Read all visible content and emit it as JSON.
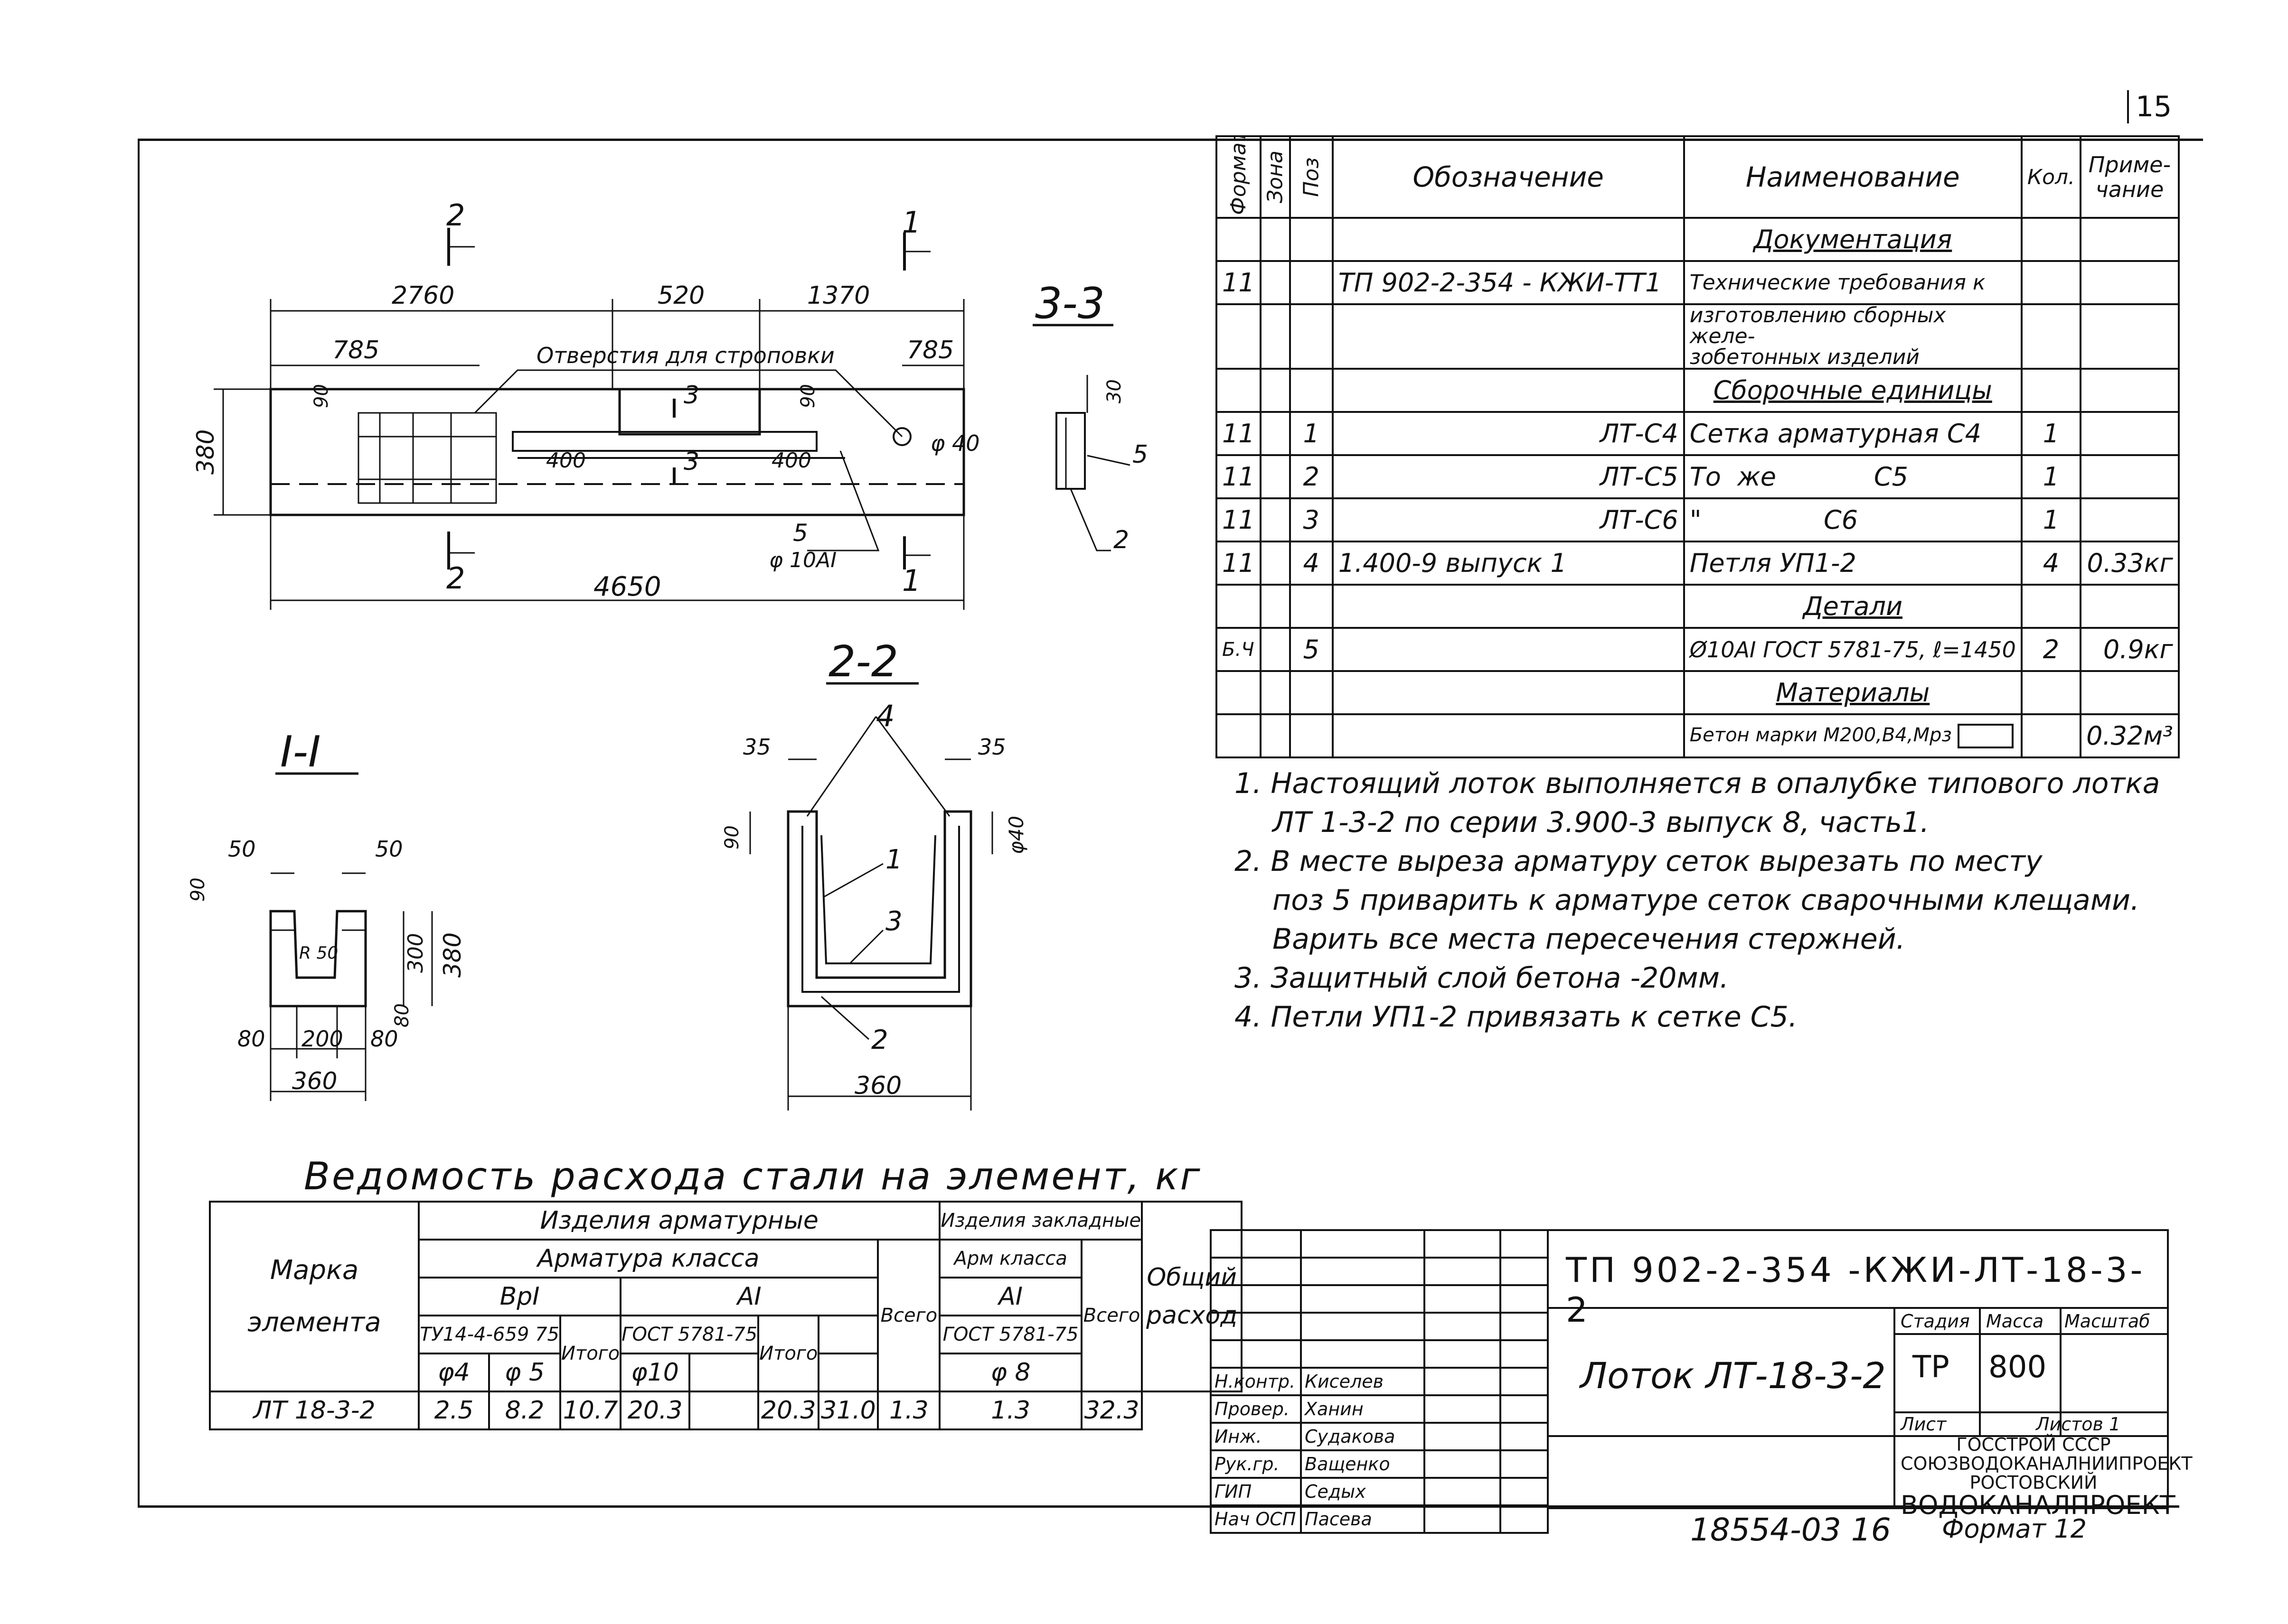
{
  "sheet_number": "15",
  "plan": {
    "section_marks": [
      "2",
      "2",
      "1",
      "1"
    ],
    "dims": {
      "top_left": "2760",
      "top_mid": "520",
      "top_right": "1370",
      "left_785": "785",
      "right_785": "785",
      "left_90": "90",
      "right_90": "90",
      "height_380": "380",
      "slot_400_left": "400",
      "slot_400_right": "400",
      "hole_d": "φ 40",
      "total": "4650",
      "rebar_pos": "5",
      "rebar_spec": "φ 10АI"
    },
    "note_holes": "Отверстия для строповки",
    "section_3": [
      "3",
      "3"
    ]
  },
  "sec33": {
    "title": "3-3",
    "dim30": "30",
    "pos5": "5",
    "pos2": "2"
  },
  "sec11": {
    "title": "I-I",
    "d50a": "50",
    "d50b": "50",
    "d90": "90",
    "d300": "300",
    "d380": "380",
    "d80v": "80",
    "r50": "R 50",
    "d80a": "80",
    "d200": "200",
    "d80b": "80",
    "d360": "360"
  },
  "sec22": {
    "title": "2-2",
    "pos4": "4",
    "d35a": "35",
    "d35b": "35",
    "d90": "90",
    "d40": "φ40",
    "pos1": "1",
    "pos3": "3",
    "pos2": "2",
    "d360": "360"
  },
  "spec": {
    "headers": {
      "format": "Формат",
      "zone": "Зона",
      "pos": "Поз",
      "designation": "Обозначение",
      "name": "Наименование",
      "qty": "Кол.",
      "note1": "Приме-",
      "note2": "чание"
    },
    "sec_docs": "Документация",
    "doc_row": {
      "fmt": "11",
      "designation": "ТП 902-2-354 - КЖИ-ТТ1",
      "name1": "Технические требования к",
      "name2": "изготовлению сборных желе-",
      "name3": "зобетонных изделий"
    },
    "sec_assembly": "Сборочные единицы",
    "rows": [
      {
        "fmt": "11",
        "pos": "1",
        "designation": "ЛТ-С4",
        "name": "Сетка арматурная С4",
        "qty": "1",
        "note": ""
      },
      {
        "fmt": "11",
        "pos": "2",
        "designation": "ЛТ-С5",
        "name": "То  же            С5",
        "qty": "1",
        "note": ""
      },
      {
        "fmt": "11",
        "pos": "3",
        "designation": "ЛТ-С6",
        "name": "\"               С6",
        "qty": "1",
        "note": ""
      },
      {
        "fmt": "11",
        "pos": "4",
        "designation": "1.400-9  выпуск 1",
        "name": "Петля    УП1-2",
        "qty": "4",
        "note": "0.33кг"
      }
    ],
    "sec_details": "Детали",
    "detail_row": {
      "fmt": "Б.Ч",
      "pos": "5",
      "name": "Ø10АI ГОСТ 5781-75,  ℓ=1450",
      "qty": "2",
      "note": "0.9кг"
    },
    "sec_materials": "Материалы",
    "material_row": {
      "name": "Бетон марки М200,В4,Мрз",
      "note": "0.32м³"
    }
  },
  "notes": [
    "1. Настоящий лоток выполняется в опалубке типового лотка",
    "ЛТ 1-3-2 по серии 3.900-3 выпуск 8, часть1.",
    "2. В месте выреза арматуру сеток вырезать по месту",
    "поз 5 приварить к арматуре сеток сварочными клещами.",
    "Варить все места пересечения стержней.",
    "3. Защитный слой бетона -20мм.",
    "4. Петли УП1-2 привязать к сетке  С5."
  ],
  "steel": {
    "title": "Ведомость   расхода  стали на элемент, кг",
    "mark1": "Марка",
    "mark2": "элемента",
    "group_rebar": "Изделия   арматурные",
    "group_embedded": "Изделия закладные",
    "rebar_class": "Арматура  класса",
    "arm_class": "Арм класса",
    "bp1": "ВрI",
    "a1": "АI",
    "a1b": "АI",
    "tu": "ТУ14-4-659 75",
    "gost1": "ГОСТ 5781-75",
    "gost2": "ГОСТ 5781-75",
    "total_word": "Итого",
    "total_word2": "Итого",
    "all_word": "Всего",
    "all_word2": "Всего",
    "general1": "Общий",
    "general2": "расход",
    "d4": "φ4",
    "d5": "φ 5",
    "d10": "φ10",
    "d8": "φ 8",
    "row": {
      "mark": "ЛТ 18-3-2",
      "v4": "2.5",
      "v5": "8.2",
      "itogo1": "10.7",
      "v10": "20.3",
      "itogo2": "20.3",
      "vsego1": "31.0",
      "v8": "1.3",
      "vsego2": "1.3",
      "total": "32.3"
    }
  },
  "title_block": {
    "code": "ТП  902-2-354  -КЖИ-ЛТ-18-3-2",
    "name": "Лоток  ЛТ-18-3-2",
    "stage_label": "Стадия",
    "mass_label": "Масса",
    "scale_label": "Масштаб",
    "stage": "ТР",
    "mass": "800",
    "sheet_label": "Лист",
    "sheets_label": "Листов 1",
    "org1": "ГОССТРОЙ СССР",
    "org2": "СОЮЗВОДОКАНАЛНИИПРОЕКТ",
    "org3": "РОСТОВСКИЙ",
    "org4": "ВОДОКАНАЛПРОЕКТ",
    "roles": [
      {
        "role": "Н.контр.",
        "name": "Киселев"
      },
      {
        "role": "Провер.",
        "name": "Ханин"
      },
      {
        "role": "Инж.",
        "name": "Судакова"
      },
      {
        "role": "Рук.гр.",
        "name": "Ващенко"
      },
      {
        "role": "ГИП",
        "name": "Седых"
      },
      {
        "role": "Нач ОСП",
        "name": "Пасева"
      }
    ]
  },
  "footer": {
    "inv": "18554-03   16",
    "format": "Формат 12"
  }
}
